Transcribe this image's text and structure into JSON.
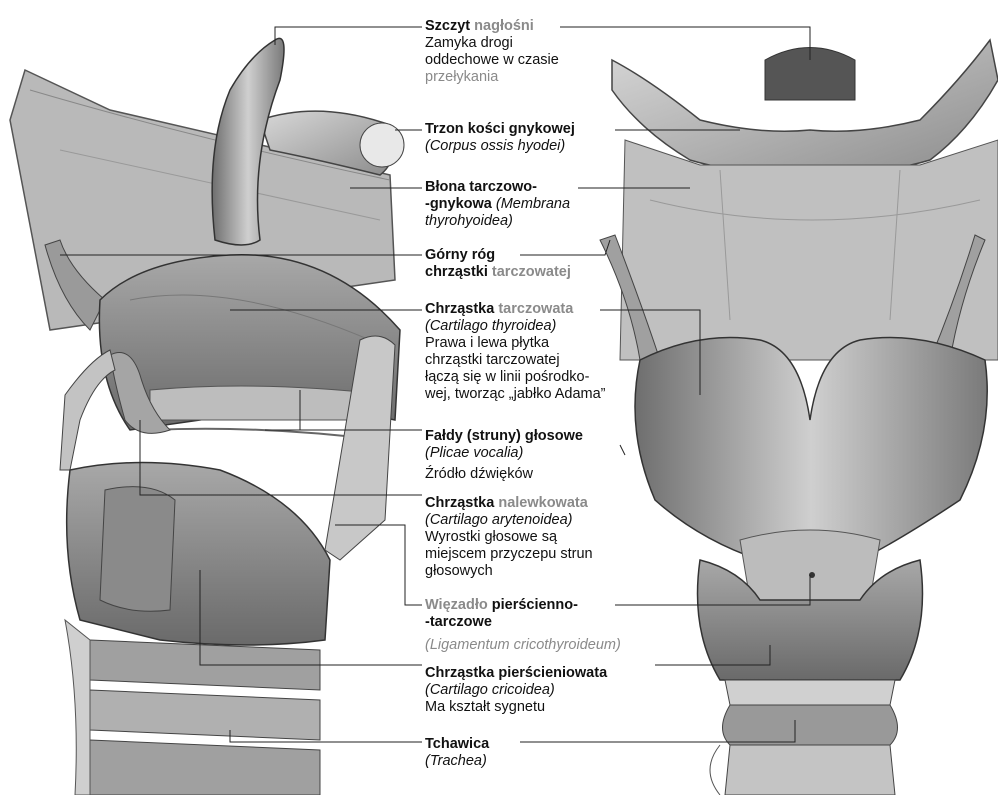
{
  "labels": [
    {
      "id": "szczyt",
      "title_a": "Szczyt ",
      "title_b": "nagłośni",
      "latin": "",
      "desc": [
        "Zamyka drogi",
        "oddechowe w czasie",
        "przełykania"
      ]
    },
    {
      "id": "trzon",
      "title_a": "Trzon kości gnykowej",
      "title_b": "",
      "latin": "(Corpus ossis hyodei)",
      "desc": []
    },
    {
      "id": "blona",
      "title_a": "Błona tarczowo-",
      "title_b": "",
      "title2": "-gnykowa",
      "latin_inline": " (Membrana",
      "latin": "thyrohyoidea)",
      "desc": []
    },
    {
      "id": "gorny",
      "title_a": "Górny róg",
      "title_b": "",
      "title2": "chrząstki ",
      "title2_b": "tarczowatej",
      "latin": "",
      "desc": []
    },
    {
      "id": "tarczowata",
      "title_a": "Chrząstka ",
      "title_b": "tarczowata",
      "latin": "(Cartilago thyroidea)",
      "desc": [
        "Prawa i lewa płytka",
        "chrząstki tarczowatej",
        "łączą się w linii pośrodko-",
        "wej, tworząc „jabłko Adama”"
      ]
    },
    {
      "id": "faldy",
      "title_a": "Fałdy (struny) głosowe",
      "title_b": "",
      "latin": "(Plicae vocalia)",
      "desc": [
        "Źródło dźwięków"
      ]
    },
    {
      "id": "nalewkowata",
      "title_a": "Chrząstka ",
      "title_b": "nalewkowata",
      "latin": "(Cartilago arytenoidea)",
      "desc": [
        "Wyrostki głosowe są",
        "miejscem przyczepu strun",
        "głosowych"
      ]
    },
    {
      "id": "wiezadlo",
      "title_a": "Więzadło",
      "title_b": " pierścienno-",
      "title2": "-tarczowe",
      "latin": "(Ligamentum cricothyroideum)",
      "desc": []
    },
    {
      "id": "pierscieniowata",
      "title_a": "Chrząstka pierścieniowata",
      "title_b": "",
      "latin": "(Cartilago cricoidea)",
      "desc": [
        "Ma kształt sygnetu"
      ]
    },
    {
      "id": "tchawica",
      "title_a": "Tchawica",
      "title_b": "",
      "latin": "(Trachea)",
      "desc": []
    }
  ]
}
